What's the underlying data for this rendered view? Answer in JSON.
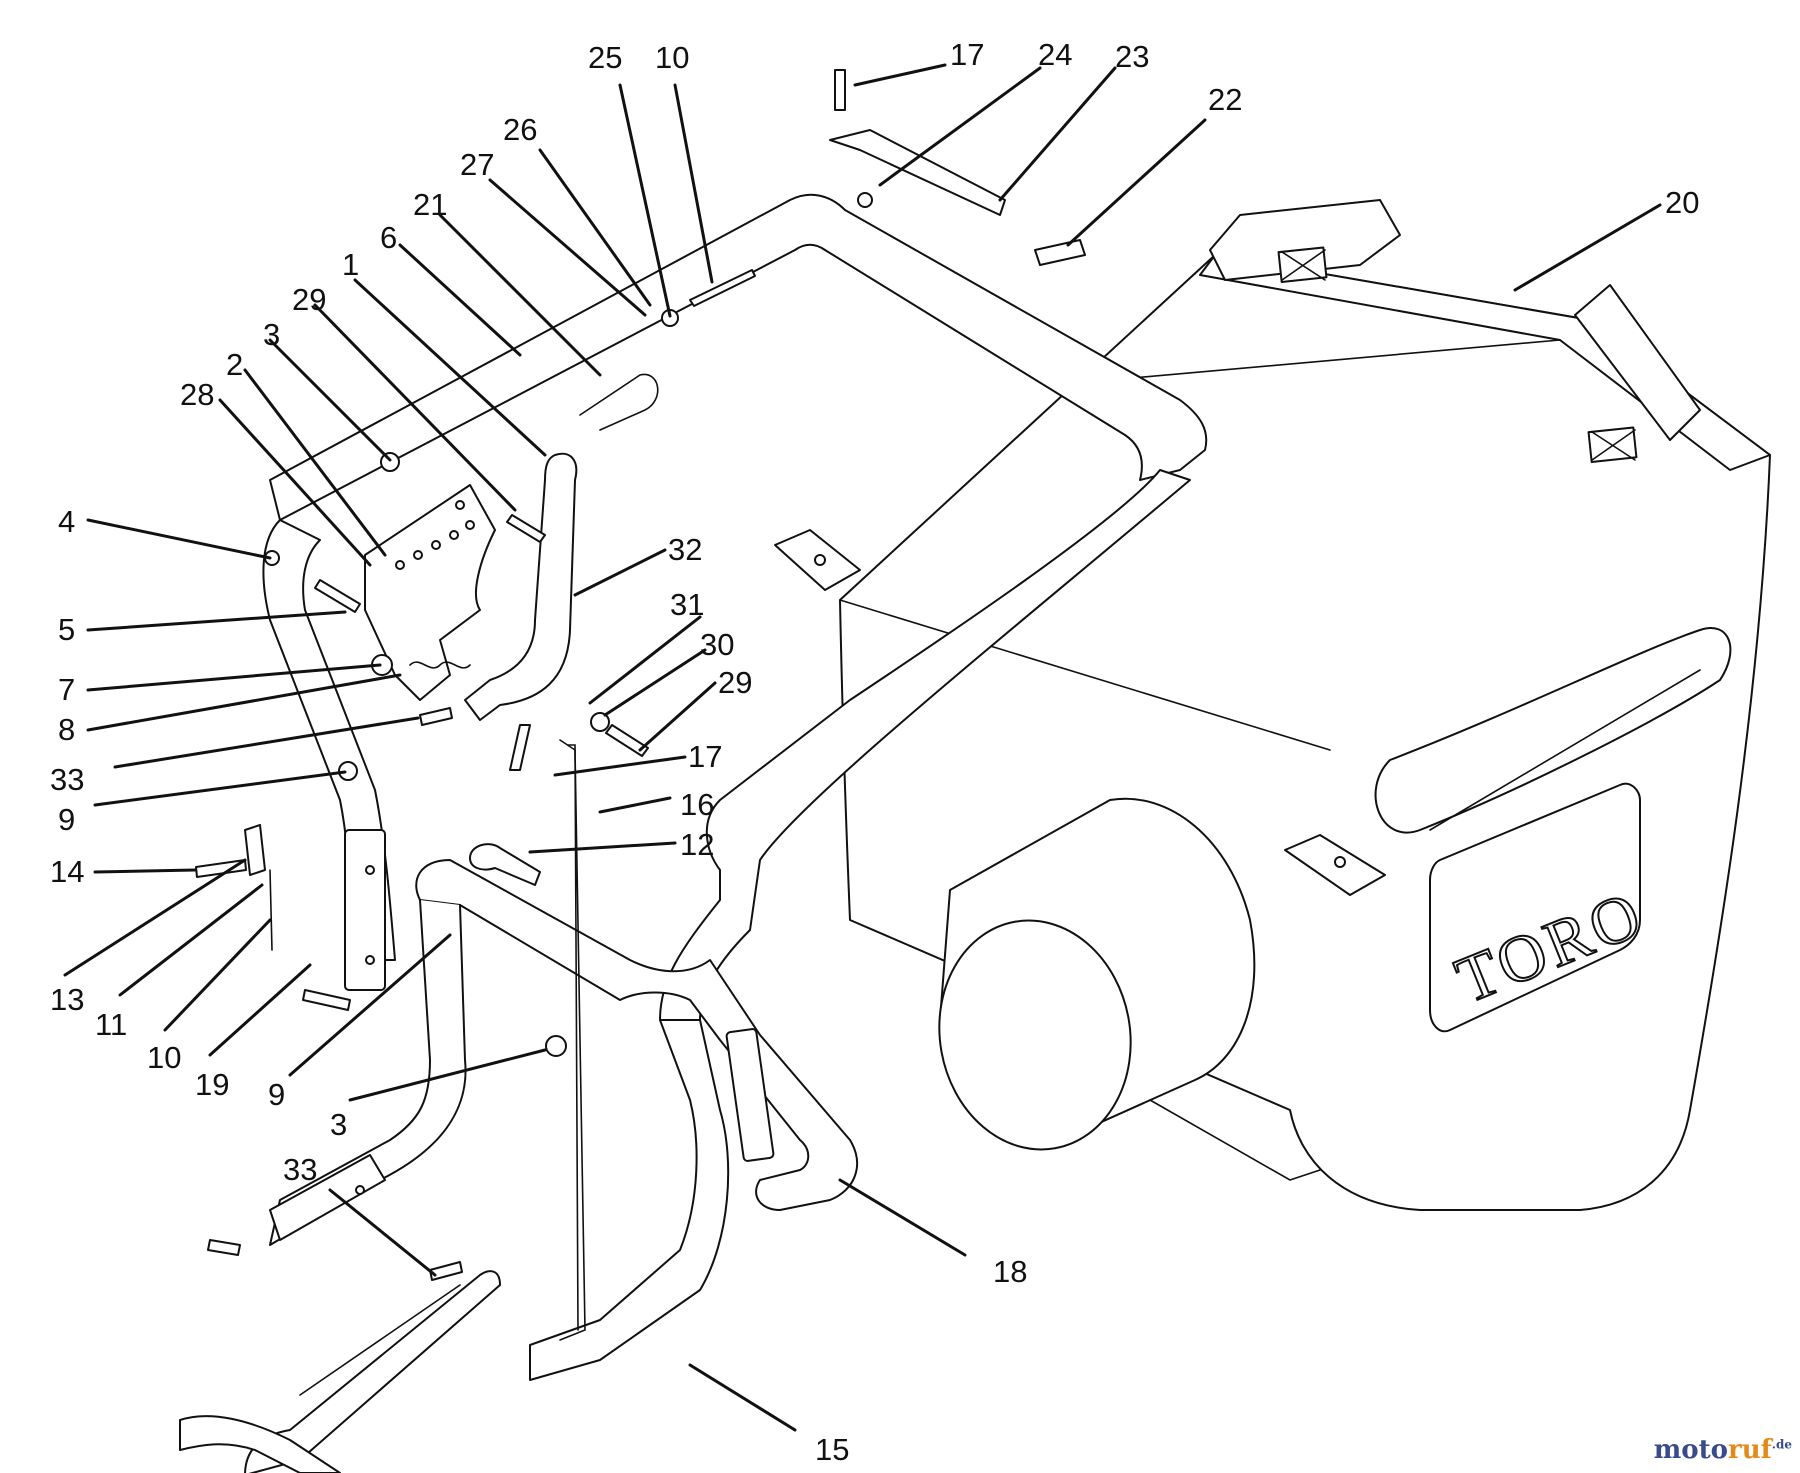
{
  "diagram": {
    "brand_label": "TORO",
    "callouts": [
      "25",
      "10",
      "17",
      "24",
      "23",
      "22",
      "26",
      "27",
      "21",
      "6",
      "1",
      "29",
      "3",
      "2",
      "28",
      "20",
      "4",
      "32",
      "5",
      "31",
      "30",
      "7",
      "29",
      "8",
      "33",
      "17",
      "9",
      "16",
      "12",
      "14",
      "13",
      "11",
      "10",
      "19",
      "9",
      "3",
      "33",
      "18",
      "15"
    ]
  },
  "watermark": {
    "part_a": "moto",
    "part_b": "ruf",
    "part_c": ".de"
  }
}
